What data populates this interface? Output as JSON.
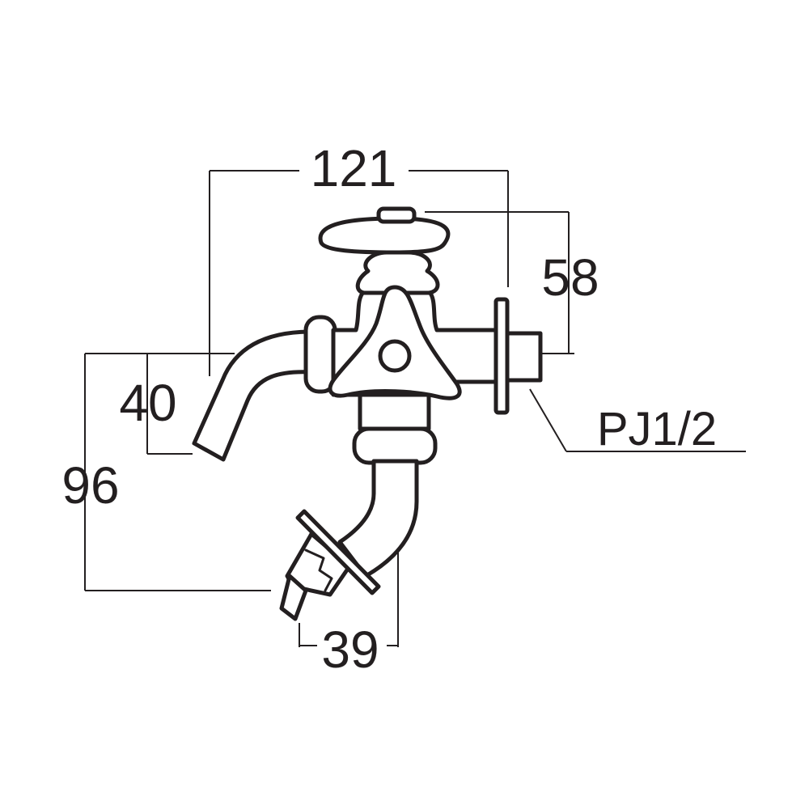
{
  "dimensions": {
    "overall_width": "121",
    "height_to_handle": "58",
    "spout_drop": "40",
    "overall_height": "96",
    "outlet_offset": "39"
  },
  "labels": {
    "thread_spec": "PJ1/2"
  },
  "colors": {
    "line": "#231f20",
    "background": "#ffffff"
  }
}
